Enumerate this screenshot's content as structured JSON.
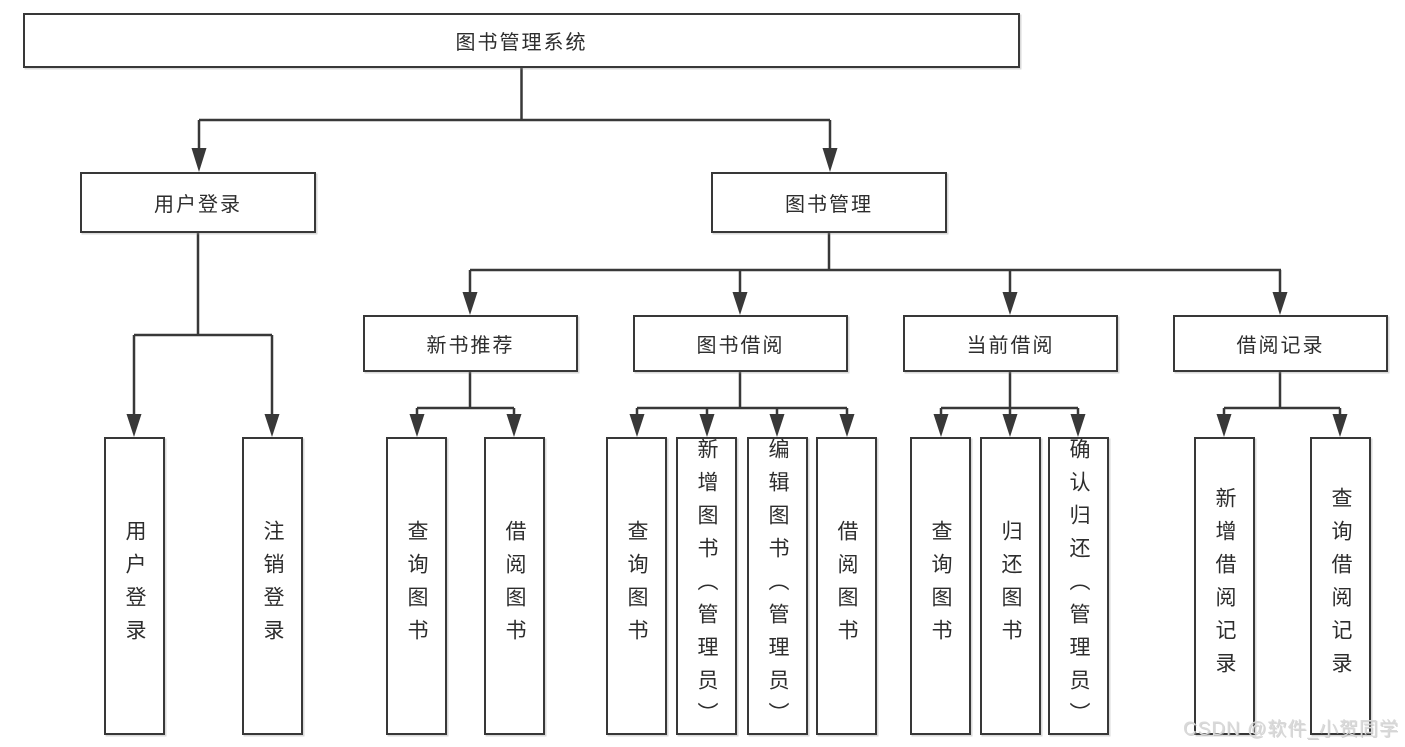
{
  "diagram": {
    "tree": {
      "root": {
        "label": "图书管理系统",
        "children": [
          {
            "label": "用户登录",
            "children": [
              {
                "label": "用户登录"
              },
              {
                "label": "注销登录"
              }
            ]
          },
          {
            "label": "图书管理",
            "children": [
              {
                "label": "新书推荐",
                "children": [
                  {
                    "label": "查询图书"
                  },
                  {
                    "label": "借阅图书"
                  }
                ]
              },
              {
                "label": "图书借阅",
                "children": [
                  {
                    "label": "查询图书"
                  },
                  {
                    "label": "新增图书（管理员）"
                  },
                  {
                    "label": "编辑图书（管理员）"
                  },
                  {
                    "label": "借阅图书"
                  }
                ]
              },
              {
                "label": "当前借阅",
                "children": [
                  {
                    "label": "查询图书"
                  },
                  {
                    "label": "归还图书"
                  },
                  {
                    "label": "确认归还（管理员）"
                  }
                ]
              },
              {
                "label": "借阅记录",
                "children": [
                  {
                    "label": "新增借阅记录"
                  },
                  {
                    "label": "查询借阅记录"
                  }
                ]
              }
            ]
          }
        ]
      }
    },
    "colors": {
      "background": "#ffffff",
      "box_border": "#383838",
      "connector_line": "#383838",
      "text": "#2d2d2d",
      "watermark_text": "#d9d9d9"
    }
  },
  "watermark": {
    "text": "CSDN @软件_小贺同学"
  }
}
